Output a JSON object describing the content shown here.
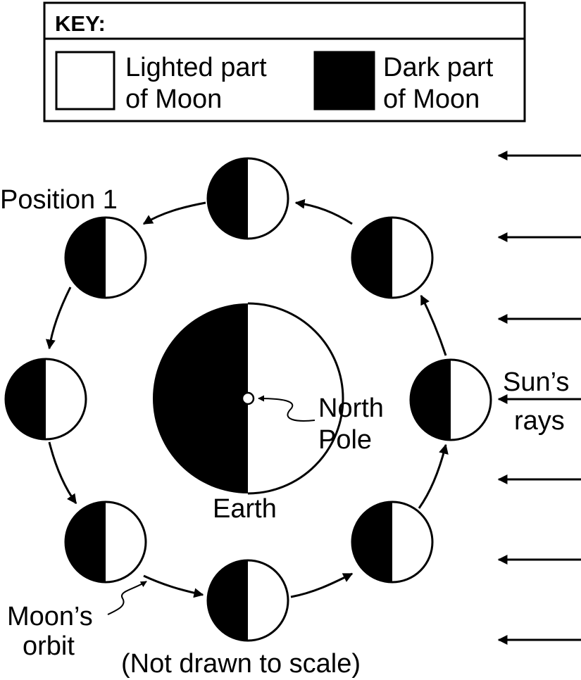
{
  "key": {
    "title": "KEY:",
    "lighted_line1": "Lighted part",
    "lighted_line2": "of Moon",
    "dark_line1": "Dark part",
    "dark_line2": "of Moon"
  },
  "labels": {
    "position_1": "Position 1",
    "earth": "Earth",
    "north_line1": "North",
    "north_line2": "Pole",
    "sun_line1": "Sun’s",
    "sun_line2": "rays",
    "orbit_line1": "Moon’s",
    "orbit_line2": "orbit",
    "scale_note": "(Not drawn to scale)"
  },
  "moon_count": 8,
  "sun_ray_count": 7,
  "colors": {
    "lighted": "#ffffff",
    "dark": "#000000"
  }
}
